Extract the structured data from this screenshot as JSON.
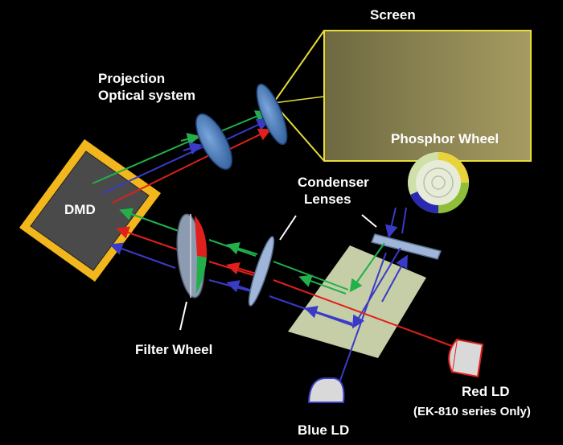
{
  "labels": {
    "screen": "Screen",
    "projection_line1": "Projection",
    "projection_line2": "Optical system",
    "phosphor_wheel": "Phosphor Wheel",
    "dmd": "DMD",
    "condenser_line1": "Condenser",
    "condenser_line2": "Lenses",
    "filter_wheel": "Filter Wheel",
    "red_ld": "Red LD",
    "red_ld_note": "(EK-810 series Only)",
    "blue_ld": "Blue LD"
  },
  "colors": {
    "background": "#000000",
    "beam_red": "#e0201c",
    "beam_green": "#22b04a",
    "beam_blue": "#3a3ac8",
    "screen_outline": "#e6dc3a",
    "lens_fill": "#4a7ec0",
    "dmd_frame": "#f2b71c",
    "dmd_face": "#4a4a4a",
    "dichroic_plate": "#e8f2c4",
    "laser_body": "#d9d9d9"
  }
}
